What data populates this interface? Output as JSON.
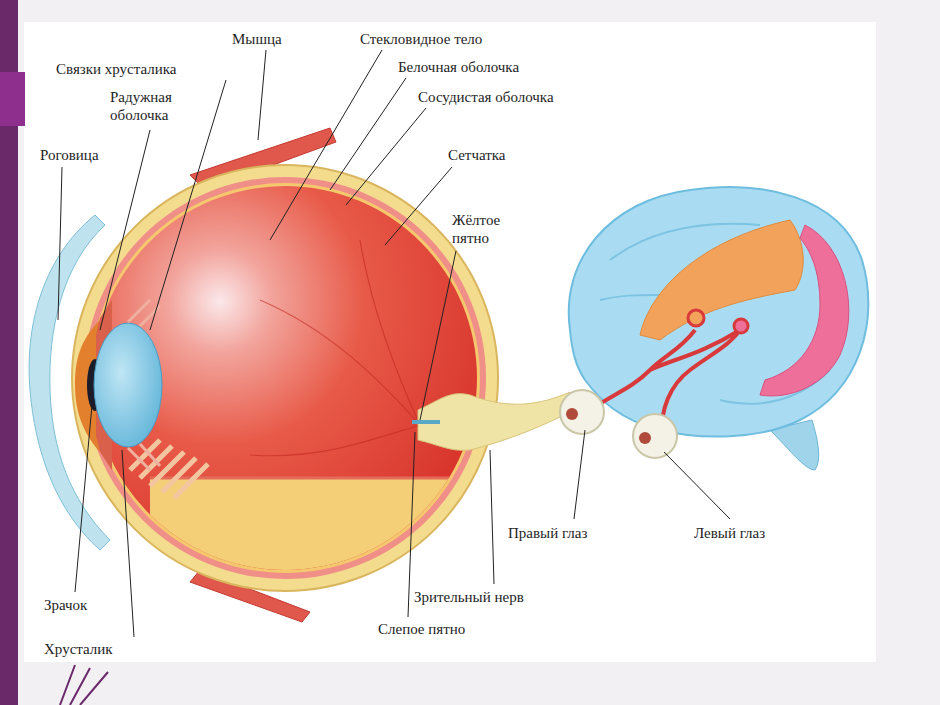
{
  "diagram": {
    "labels": [
      "Мышца",
      "Стекловидное тело",
      "Связки хрусталика",
      "Белочная оболочка",
      "Радужная оболочка",
      "Сосудистая оболочка",
      "Роговица",
      "Сетчатка",
      "Жёлтое пятно",
      "Правый глаз",
      "Левый глаз",
      "Зрительный нерв",
      "Зрачок",
      "Слепое пятно",
      "Хрусталик"
    ]
  }
}
